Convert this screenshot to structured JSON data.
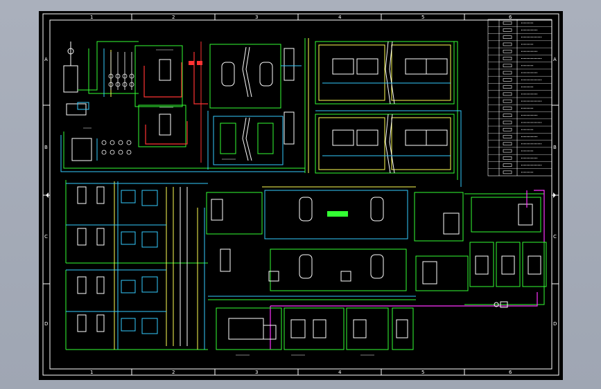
{
  "frame": {
    "column_labels": [
      "1",
      "2",
      "3",
      "4",
      "5",
      "6"
    ],
    "row_labels": [
      "A",
      "B",
      "C",
      "D"
    ]
  },
  "colors": {
    "background": "#a7adb9",
    "sheet": "#000000",
    "border": "#ffffff",
    "pipe_green": "#33ff33",
    "pipe_cyan": "#33ccff",
    "pipe_yellow": "#ffff55",
    "pipe_magenta": "#ff33ff",
    "pipe_red": "#ff3333",
    "symbol_white": "#ffffff"
  },
  "legend": {
    "row_count": 22
  }
}
